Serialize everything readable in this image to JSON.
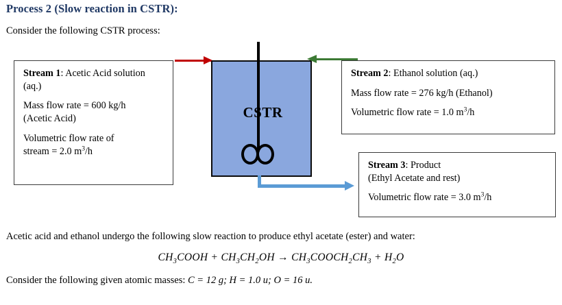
{
  "heading": {
    "title": "Process 2 (Slow reaction in CSTR):",
    "title_color": "#1F3864",
    "intro": "Consider the following CSTR process:"
  },
  "diagram": {
    "reactor": {
      "label": "CSTR",
      "fill_color": "#8AA7DE",
      "border_color": "#000000",
      "shaft_icon": "agitator-shaft",
      "impeller_icon": "impeller-blades"
    },
    "arrows": [
      {
        "name": "stream-1-arrow",
        "color": "#C00000",
        "direction": "right",
        "stream": "Stream 1"
      },
      {
        "name": "stream-2-arrow",
        "color": "#3C7A34",
        "direction": "left",
        "stream": "Stream 2"
      },
      {
        "name": "stream-3-arrow",
        "color": "#5B9BD5",
        "direction": "down-right",
        "stream": "Stream 3"
      }
    ],
    "stream1": {
      "label": "Stream 1",
      "label_rest": ": Acetic Acid solution (aq.)",
      "line2_pre": "Mass flow rate = 600 kg/h",
      "line2_post": "(Acetic Acid)",
      "line3_pre": "Volumetric flow rate of",
      "line3_post": "stream = 2.0 m",
      "line3_sup": "3",
      "line3_tail": "/h"
    },
    "stream2": {
      "label": "Stream 2",
      "label_rest": ": Ethanol solution (aq.)",
      "line2": "Mass flow rate = 276 kg/h (Ethanol)",
      "line3_pre": "Volumetric flow rate = 1.0 m",
      "line3_sup": "3",
      "line3_tail": "/h"
    },
    "stream3": {
      "label": "Stream 3",
      "label_rest": ": Product",
      "line1b": "(Ethyl Acetate and rest)",
      "line2_pre": "Volumetric flow rate = 3.0 m",
      "line2_sup": "3",
      "line2_tail": "/h"
    }
  },
  "body": {
    "reaction_sentence": "Acetic acid and ethanol undergo the following slow reaction to produce ethyl acetate (ester) and water:",
    "equation": {
      "reactant1": "CH3COOH",
      "plus1": "+",
      "reactant2": "CH3CH2OH",
      "arrow": "→",
      "product1": "CH3COOCH2CH3",
      "plus2": "+",
      "product2": "H2O",
      "plain": "CH3COOH + CH3CH2OH → CH3COOCH2CH3 + H2O"
    },
    "atomic_masses": {
      "lead_in": "Consider the following given atomic masses:",
      "carbon": "C = 12 g;",
      "hydrogen": "H = 1.0 u;",
      "oxygen": "O = 16 u."
    }
  }
}
